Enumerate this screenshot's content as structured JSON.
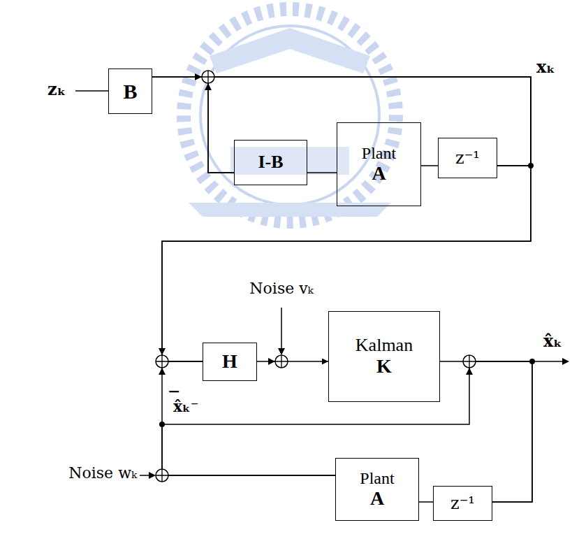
{
  "diagram": {
    "nodes": [
      {
        "text": [
          "B"
        ]
      },
      {
        "text": [
          "I-B"
        ]
      },
      {
        "text": [
          "Plant",
          "A"
        ]
      },
      {
        "text": [
          "z⁻¹"
        ]
      },
      {
        "text": [
          "H"
        ]
      },
      {
        "text": [
          "Kalman",
          "K"
        ]
      },
      {
        "text": [
          "Plant",
          "A"
        ]
      },
      {
        "text": [
          "z⁻¹"
        ]
      }
    ],
    "edges": [
      {
        "from": 0,
        "to": 3,
        "arrow": "none"
      },
      {
        "from": 1,
        "to": 3,
        "arrow": "none"
      },
      {
        "from": 0,
        "to": 4,
        "arrow": "none"
      },
      {
        "from": 1,
        "to": 4,
        "arrow": "none"
      },
      {
        "from": 3,
        "to": 2,
        "arrow": "none"
      },
      {
        "from": 2,
        "to": 1,
        "arrow": "none"
      },
      {
        "from": 4,
        "to": 5,
        "arrow": "to"
      },
      {
        "from": 5,
        "to": 7,
        "arrow": "none"
      },
      {
        "from": 7,
        "to": 6,
        "arrow": "none"
      },
      {
        "from": 6,
        "to": 4,
        "arrow": "none"
      },
      {
        "from": 6,
        "to": 7,
        "arrow": "none"
      }
    ],
    "labels": [
      "zₖ",
      "xₖ",
      "Noise vₖ",
      "−",
      "x̂ₖ",
      "x̂ₖ⁻",
      "Noise wₖ"
    ]
  }
}
